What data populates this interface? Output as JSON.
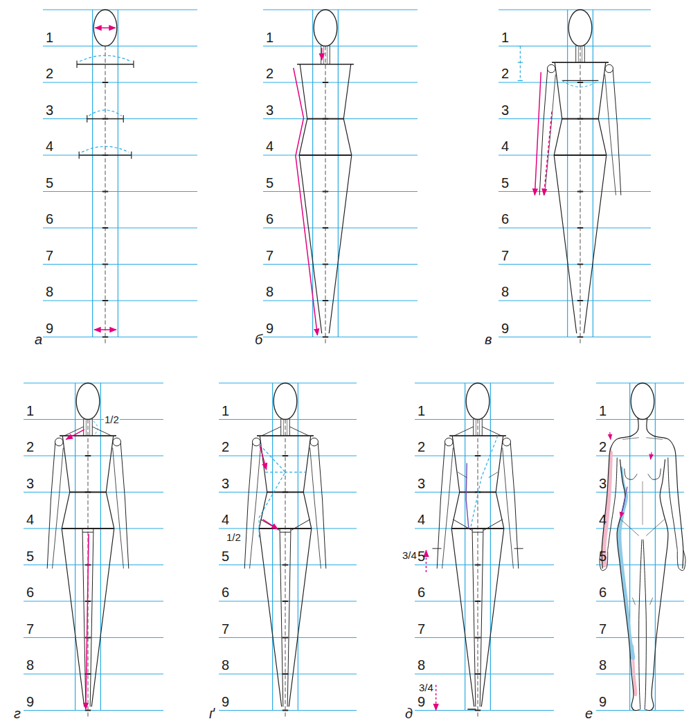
{
  "diagram": {
    "labels": [
      "1",
      "2",
      "3",
      "4",
      "5",
      "6",
      "7",
      "8",
      "9",
      "а",
      "1",
      "2",
      "3",
      "4",
      "5",
      "6",
      "7",
      "8",
      "9",
      "б",
      "1",
      "2",
      "3",
      "4",
      "5",
      "6",
      "7",
      "8",
      "9",
      "в",
      "1",
      "2",
      "3",
      "4",
      "5",
      "6",
      "7",
      "8",
      "9",
      "1/2",
      "г",
      "1",
      "2",
      "3",
      "4",
      "5",
      "6",
      "7",
      "8",
      "9",
      "1/2",
      "ґ",
      "1",
      "2",
      "3",
      "4",
      "5",
      "6",
      "7",
      "8",
      "9",
      "3/4",
      "3/4",
      "д",
      "1",
      "2",
      "3",
      "4",
      "5",
      "6",
      "7",
      "8",
      "9",
      "е"
    ]
  }
}
